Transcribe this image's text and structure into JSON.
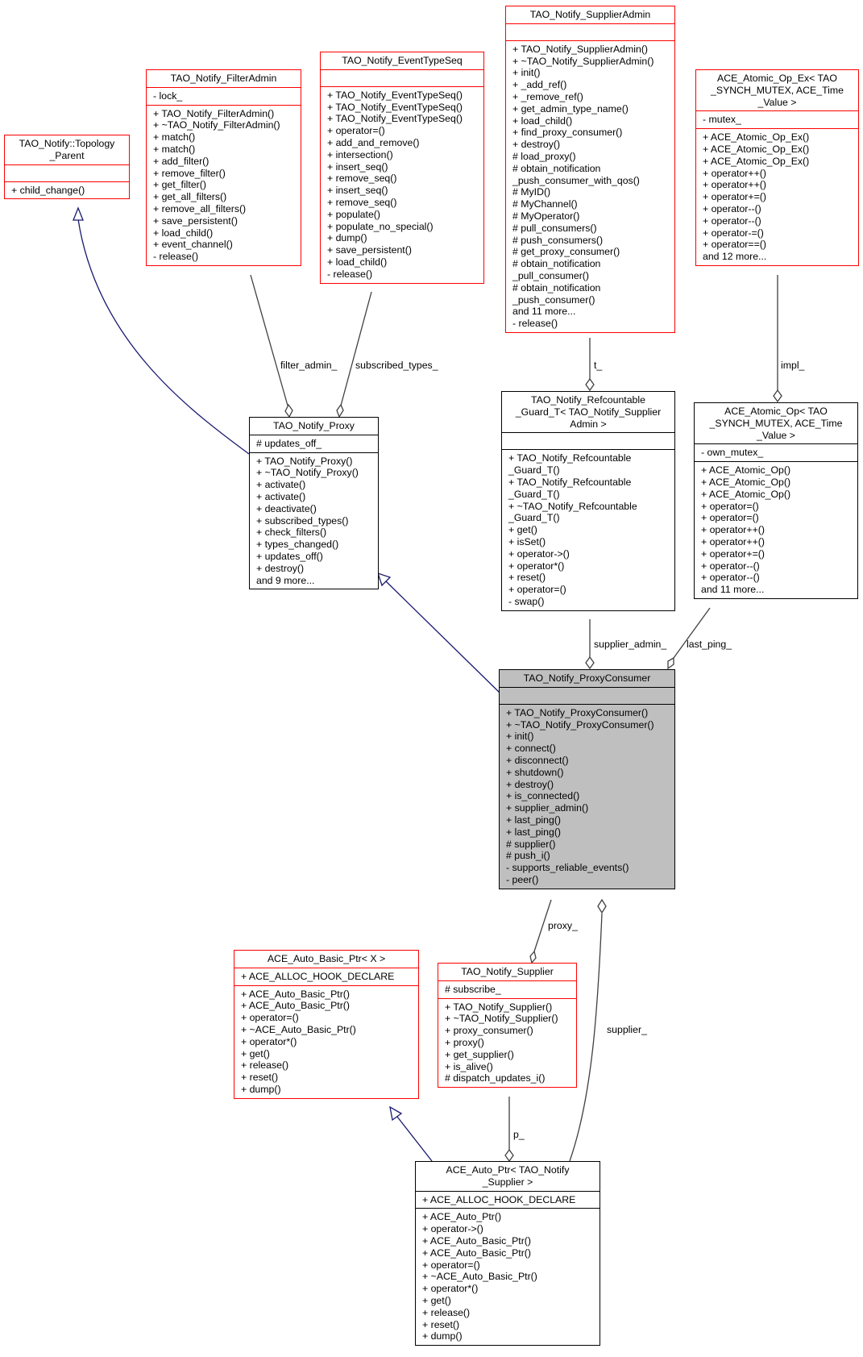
{
  "classes": {
    "topology_parent": {
      "name": "TAO_Notify::Topology\n_Parent",
      "attributes": [],
      "methods": [
        "+ child_change()"
      ]
    },
    "filter_admin": {
      "name": "TAO_Notify_FilterAdmin",
      "attributes": [
        "- lock_"
      ],
      "methods": [
        "+ TAO_Notify_FilterAdmin()",
        "+ ~TAO_Notify_FilterAdmin()",
        "+ match()",
        "+ match()",
        "+ add_filter()",
        "+ remove_filter()",
        "+ get_filter()",
        "+ get_all_filters()",
        "+ remove_all_filters()",
        "+ save_persistent()",
        "+ load_child()",
        "+ event_channel()",
        "- release()"
      ]
    },
    "event_type_seq": {
      "name": "TAO_Notify_EventTypeSeq",
      "attributes": [],
      "methods": [
        "+ TAO_Notify_EventTypeSeq()",
        "+ TAO_Notify_EventTypeSeq()",
        "+ TAO_Notify_EventTypeSeq()",
        "+ operator=()",
        "+ add_and_remove()",
        "+ intersection()",
        "+ insert_seq()",
        "+ remove_seq()",
        "+ insert_seq()",
        "+ remove_seq()",
        "+ populate()",
        "+ populate_no_special()",
        "+ dump()",
        "+ save_persistent()",
        "+ load_child()",
        "- release()"
      ]
    },
    "supplier_admin": {
      "name": "TAO_Notify_SupplierAdmin",
      "attributes": [],
      "methods": [
        "+ TAO_Notify_SupplierAdmin()",
        "+ ~TAO_Notify_SupplierAdmin()",
        "+ init()",
        "+ _add_ref()",
        "+ _remove_ref()",
        "+ get_admin_type_name()",
        "+ load_child()",
        "+ find_proxy_consumer()",
        "+ destroy()",
        "# load_proxy()",
        "# obtain_notification",
        "_push_consumer_with_qos()",
        "# MyID()",
        "# MyChannel()",
        "# MyOperator()",
        "# pull_consumers()",
        "# push_consumers()",
        "# get_proxy_consumer()",
        "# obtain_notification",
        "_pull_consumer()",
        "# obtain_notification",
        "_push_consumer()",
        "and 11 more...",
        "- release()"
      ]
    },
    "atomic_op_ex": {
      "name": "ACE_Atomic_Op_Ex< TAO\n_SYNCH_MUTEX, ACE_Time\n_Value >",
      "attributes": [
        "- mutex_"
      ],
      "methods": [
        "+ ACE_Atomic_Op_Ex()",
        "+ ACE_Atomic_Op_Ex()",
        "+ ACE_Atomic_Op_Ex()",
        "+ operator++()",
        "+ operator++()",
        "+ operator+=()",
        "+ operator--()",
        "+ operator--()",
        "+ operator-=()",
        "+ operator==()",
        "and 12 more..."
      ]
    },
    "proxy": {
      "name": "TAO_Notify_Proxy",
      "attributes": [
        "# updates_off_"
      ],
      "methods": [
        "+ TAO_Notify_Proxy()",
        "+ ~TAO_Notify_Proxy()",
        "+ activate()",
        "+ activate()",
        "+ deactivate()",
        "+ subscribed_types()",
        "+ check_filters()",
        "+ types_changed()",
        "+ updates_off()",
        "+ destroy()",
        "and 9 more..."
      ]
    },
    "refcountable_guard": {
      "name": "TAO_Notify_Refcountable\n_Guard_T< TAO_Notify_Supplier\nAdmin >",
      "attributes": [],
      "methods": [
        "+ TAO_Notify_Refcountable",
        "_Guard_T()",
        "+ TAO_Notify_Refcountable",
        "_Guard_T()",
        "+ ~TAO_Notify_Refcountable",
        "_Guard_T()",
        "+ get()",
        "+ isSet()",
        "+ operator->()",
        "+ operator*()",
        "+ reset()",
        "+ operator=()",
        "- swap()"
      ]
    },
    "atomic_op": {
      "name": "ACE_Atomic_Op< TAO\n_SYNCH_MUTEX, ACE_Time\n_Value >",
      "attributes": [
        "- own_mutex_"
      ],
      "methods": [
        "+ ACE_Atomic_Op()",
        "+ ACE_Atomic_Op()",
        "+ ACE_Atomic_Op()",
        "+ operator=()",
        "+ operator=()",
        "+ operator++()",
        "+ operator++()",
        "+ operator+=()",
        "+ operator--()",
        "+ operator--()",
        "and 11 more..."
      ]
    },
    "proxy_consumer": {
      "name": "TAO_Notify_ProxyConsumer",
      "attributes": [],
      "methods": [
        "+ TAO_Notify_ProxyConsumer()",
        "+ ~TAO_Notify_ProxyConsumer()",
        "+ init()",
        "+ connect()",
        "+ disconnect()",
        "+ shutdown()",
        "+ destroy()",
        "+ is_connected()",
        "+ supplier_admin()",
        "+ last_ping()",
        "+ last_ping()",
        "# supplier()",
        "# push_i()",
        "- supports_reliable_events()",
        "- peer()"
      ]
    },
    "auto_basic_ptr": {
      "name": "ACE_Auto_Basic_Ptr< X >",
      "attributes": [
        "+ ACE_ALLOC_HOOK_DECLARE"
      ],
      "methods": [
        "+ ACE_Auto_Basic_Ptr()",
        "+ ACE_Auto_Basic_Ptr()",
        "+ operator=()",
        "+ ~ACE_Auto_Basic_Ptr()",
        "+ operator*()",
        "+ get()",
        "+ release()",
        "+ reset()",
        "+ dump()"
      ]
    },
    "supplier": {
      "name": "TAO_Notify_Supplier",
      "attributes": [
        "# subscribe_"
      ],
      "methods": [
        "+ TAO_Notify_Supplier()",
        "+ ~TAO_Notify_Supplier()",
        "+ proxy_consumer()",
        "+ proxy()",
        "+ get_supplier()",
        "+ is_alive()",
        "# dispatch_updates_i()"
      ]
    },
    "auto_ptr": {
      "name": "ACE_Auto_Ptr< TAO_Notify\n_Supplier >",
      "attributes": [
        "+ ACE_ALLOC_HOOK_DECLARE"
      ],
      "methods": [
        "+ ACE_Auto_Ptr()",
        "+ operator->()",
        "+ ACE_Auto_Basic_Ptr()",
        "+ ACE_Auto_Basic_Ptr()",
        "+ operator=()",
        "+ ~ACE_Auto_Basic_Ptr()",
        "+ operator*()",
        "+ get()",
        "+ release()",
        "+ reset()",
        "+ dump()"
      ]
    }
  },
  "edge_labels": {
    "filter_admin": "filter_admin_",
    "subscribed_types": "subscribed_types_",
    "t": "t_",
    "impl": "impl_",
    "supplier_admin": "supplier_admin_",
    "last_ping": "last_ping_",
    "proxy": "proxy_",
    "supplier": "supplier_",
    "p": "p_"
  },
  "colors": {
    "inheritance": "#191970",
    "usage": "#404040",
    "undocumented_border": "#ff0000",
    "focus_fill": "#bfbfbf"
  }
}
